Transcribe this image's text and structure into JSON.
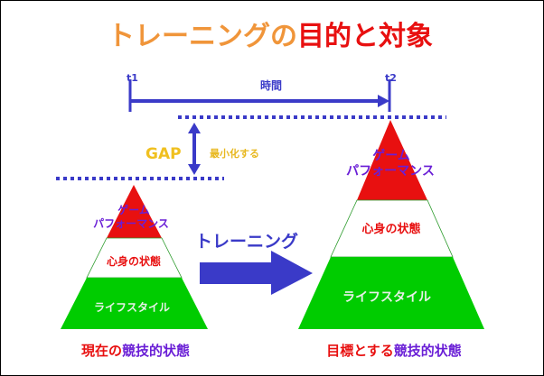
{
  "title": {
    "part1": "トレーニングの",
    "part2": "目的と対象"
  },
  "timeline": {
    "start_label": "t1",
    "end_label": "t2",
    "axis_label": "時間"
  },
  "gap": {
    "label": "GAP",
    "note": "最小化する"
  },
  "transition_label": "トレーニング",
  "pyramid_current": {
    "top_line1": "ゲーム",
    "top_line2": "パフォーマンス",
    "middle": "心身の状態",
    "bottom": "ライフスタイル",
    "caption_part1": "現在の",
    "caption_part2": "競技的状態"
  },
  "pyramid_target": {
    "top_line1": "ゲーム",
    "top_line2": "パフォーマンス",
    "middle": "心身の状態",
    "bottom": "ライフスタイル",
    "caption_part1": "目標とする",
    "caption_part2": "競技的状態"
  },
  "colors": {
    "orange": "#f0953a",
    "red": "#e81010",
    "blue": "#3a3ac8",
    "purple": "#6a1fd6",
    "green": "#00cc00",
    "yellow": "#f0c020"
  }
}
